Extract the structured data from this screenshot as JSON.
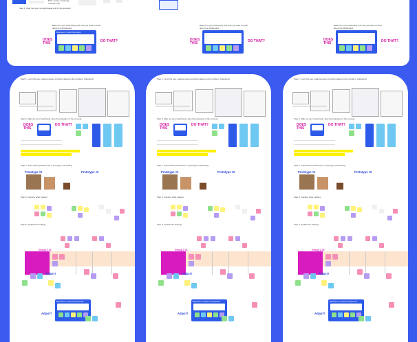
{
  "top": {
    "step_label": "Step 1. Map the new concepts/ideas put for the question.",
    "top_card_text": "Brief: create a learning concept map",
    "frames": [
      {
        "caption": "Based on your local study and how you want to think about the whiteboard,",
        "title": "Brainstorm Card Concepts",
        "does": "DOES THIS",
        "do_that": "DO THAT?"
      },
      {
        "caption": "Based on your local study and how you want to think about the whiteboard,",
        "title": "",
        "does": "DOES THIS",
        "do_that": "DO THAT?"
      },
      {
        "caption": "Based on your local study and how you want to think about the whiteboard,",
        "title": "",
        "does": "DOES THIS",
        "do_that": "DO THAT?"
      }
    ]
  },
  "columns": [
    {
      "step1": "Step 1. Let's first see, capture pieces of what matters to the problem, brainstorm",
      "step2": "Step 2. Map out your hypothesis, plan the prototype of the concept",
      "does": "DOES THIS",
      "do_that": "DO THAT?",
      "step3": "Step 3. Think about problems for a prototype and testing",
      "photo_label": "Prototype #1",
      "prototype_note": "Prototype #2",
      "step4": "Step 4. Capture what matters",
      "step5": "Step 5. Synthesize findings",
      "group_label": "Group 2 #1",
      "adjust": "Adjust?",
      "bottom_title": "Brainstorm Card Concepts #1",
      "bottom_adjust": "Adjust?"
    },
    {
      "step1": "Step 1. Let's first see, capture pieces of what matters to the problem, brainstorm",
      "step2": "Step 2. Map out your hypothesis, plan the prototype of the concept",
      "does": "DOES THIS",
      "do_that": "DO THAT?",
      "step3": "Step 3. Think about problems for a prototype and testing",
      "photo_label": "Prototype #1",
      "prototype_note": "Prototype #2",
      "step4": "Step 4. Capture what matters",
      "step5": "Step 5. Synthesize findings",
      "group_label": "Group 2 #1",
      "adjust": "Adjust?",
      "bottom_title": "Brainstorm Card Concepts #2",
      "bottom_adjust": "Adjust?"
    },
    {
      "step1": "Step 1. Let's first see, capture pieces of what matters to the problem, brainstorm",
      "step2": "Step 2. Map out your hypothesis, plan the prototype of the concept",
      "does": "DOES THIS",
      "do_that": "DO THAT?",
      "step3": "Step 3. Think about problems for a prototype and testing",
      "photo_label": "Prototype #1",
      "prototype_note": "Prototype #2",
      "step4": "Step 4. Capture what matters",
      "step5": "Step 5. Synthesize findings",
      "group_label": "Group 2 #1",
      "adjust": "Adjust?",
      "bottom_title": "Brainstorm Card Concepts #3",
      "bottom_adjust": "Adjust?"
    }
  ],
  "colors": {
    "background": "#3b5bf0",
    "frame_blue": "#2d5ae8",
    "magenta": "#d81bbf",
    "pink_text": "#d41aa0",
    "sticky_yellow": "#fff27a",
    "sticky_green": "#8fe08a",
    "sticky_blue": "#6fc8f2",
    "sticky_pink": "#f58fb5",
    "sticky_purple": "#b59cf2",
    "band_peach": "#fde4cf",
    "highlight": "#fff000"
  }
}
